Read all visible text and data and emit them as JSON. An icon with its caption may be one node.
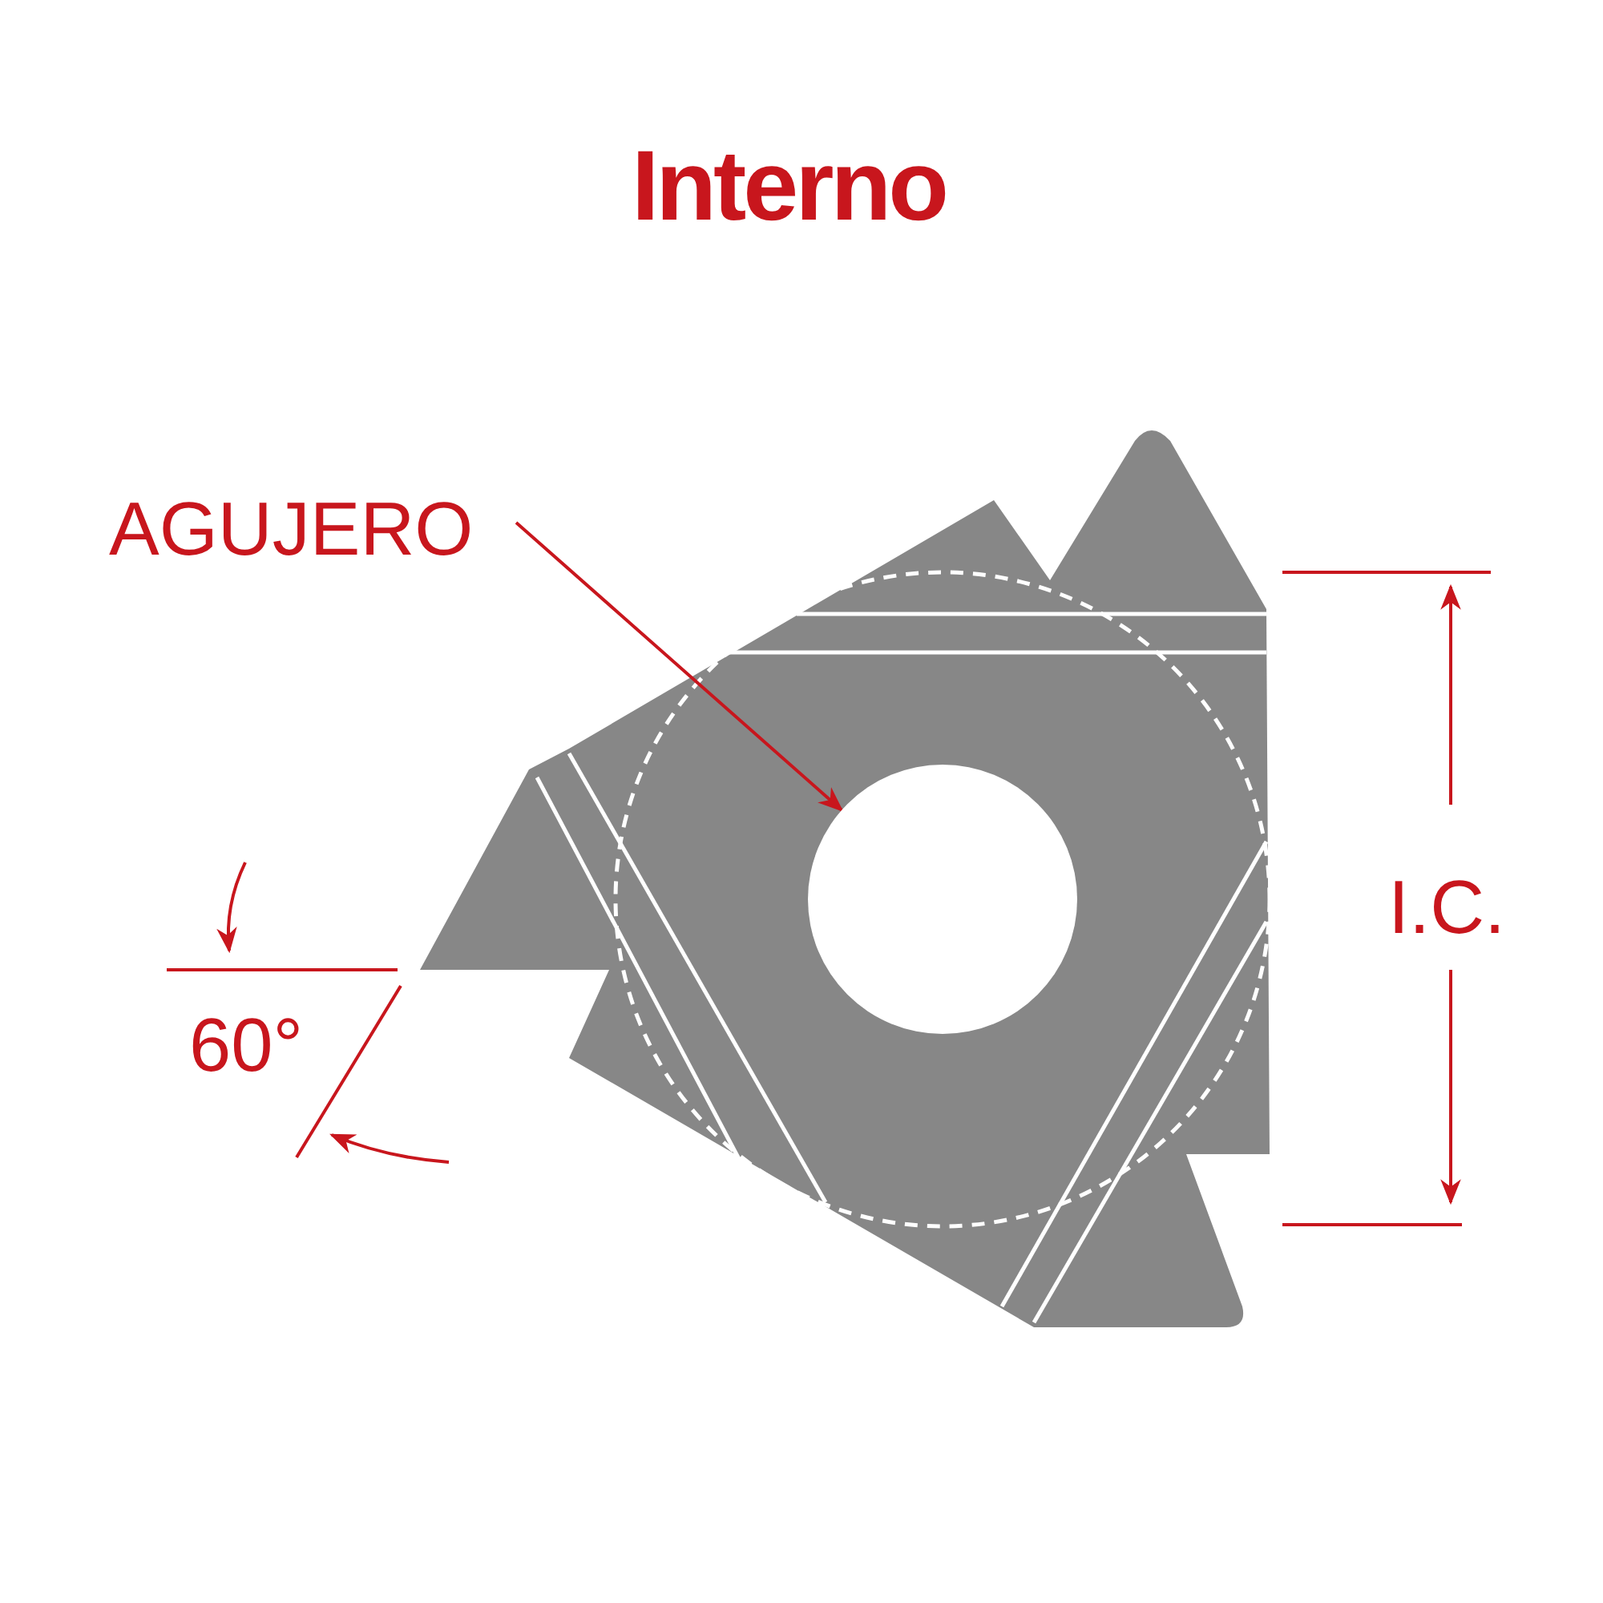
{
  "diagram": {
    "title": "Interno",
    "nodes": [
      {
        "text": [
          "AGUJERO"
        ]
      },
      {
        "text": [],
        "shape": "circle"
      }
    ],
    "edges": [
      {
        "from": 0,
        "to": 1,
        "arrow": "to"
      }
    ],
    "labels": [
      "I.C.",
      "60°"
    ]
  }
}
